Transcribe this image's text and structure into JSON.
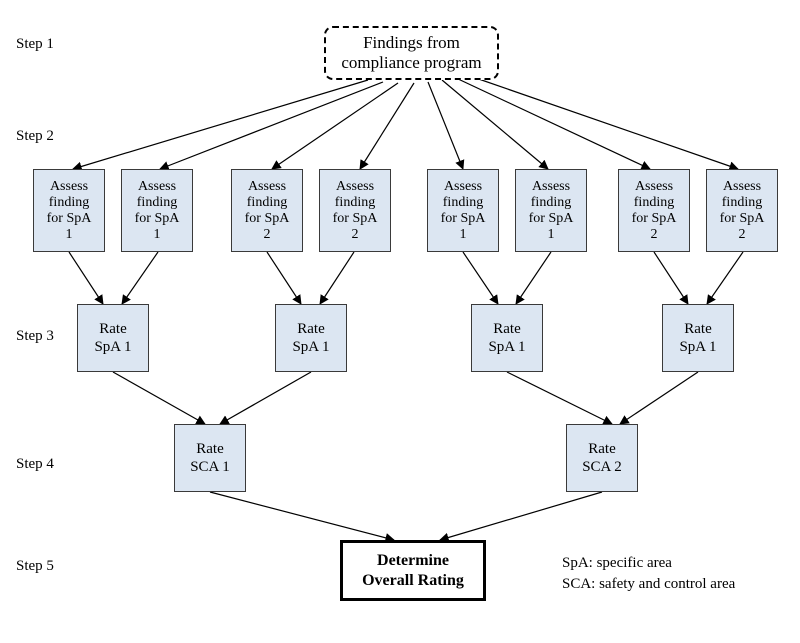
{
  "steps": [
    "Step 1",
    "Step 2",
    "Step 3",
    "Step 4",
    "Step 5"
  ],
  "source": {
    "line1": "Findings from",
    "line2": "compliance program"
  },
  "assess": [
    {
      "l1": "Assess",
      "l2": "finding",
      "l3": "for SpA",
      "l4": "1"
    },
    {
      "l1": "Assess",
      "l2": "finding",
      "l3": "for SpA",
      "l4": "1"
    },
    {
      "l1": "Assess",
      "l2": "finding",
      "l3": "for SpA",
      "l4": "2"
    },
    {
      "l1": "Assess",
      "l2": "finding",
      "l3": "for SpA",
      "l4": "2"
    },
    {
      "l1": "Assess",
      "l2": "finding",
      "l3": "for SpA",
      "l4": "1"
    },
    {
      "l1": "Assess",
      "l2": "finding",
      "l3": "for SpA",
      "l4": "1"
    },
    {
      "l1": "Assess",
      "l2": "finding",
      "l3": "for SpA",
      "l4": "2"
    },
    {
      "l1": "Assess",
      "l2": "finding",
      "l3": "for SpA",
      "l4": "2"
    }
  ],
  "rate_spa": [
    {
      "l1": "Rate",
      "l2": "SpA 1"
    },
    {
      "l1": "Rate",
      "l2": "SpA 1"
    },
    {
      "l1": "Rate",
      "l2": "SpA 1"
    },
    {
      "l1": "Rate",
      "l2": "SpA 1"
    }
  ],
  "rate_sca": [
    {
      "l1": "Rate",
      "l2": "SCA 1"
    },
    {
      "l1": "Rate",
      "l2": "SCA 2"
    }
  ],
  "final": {
    "line1": "Determine",
    "line2": "Overall Rating"
  },
  "legend": [
    "SpA: specific area",
    "SCA: safety and control area"
  ]
}
